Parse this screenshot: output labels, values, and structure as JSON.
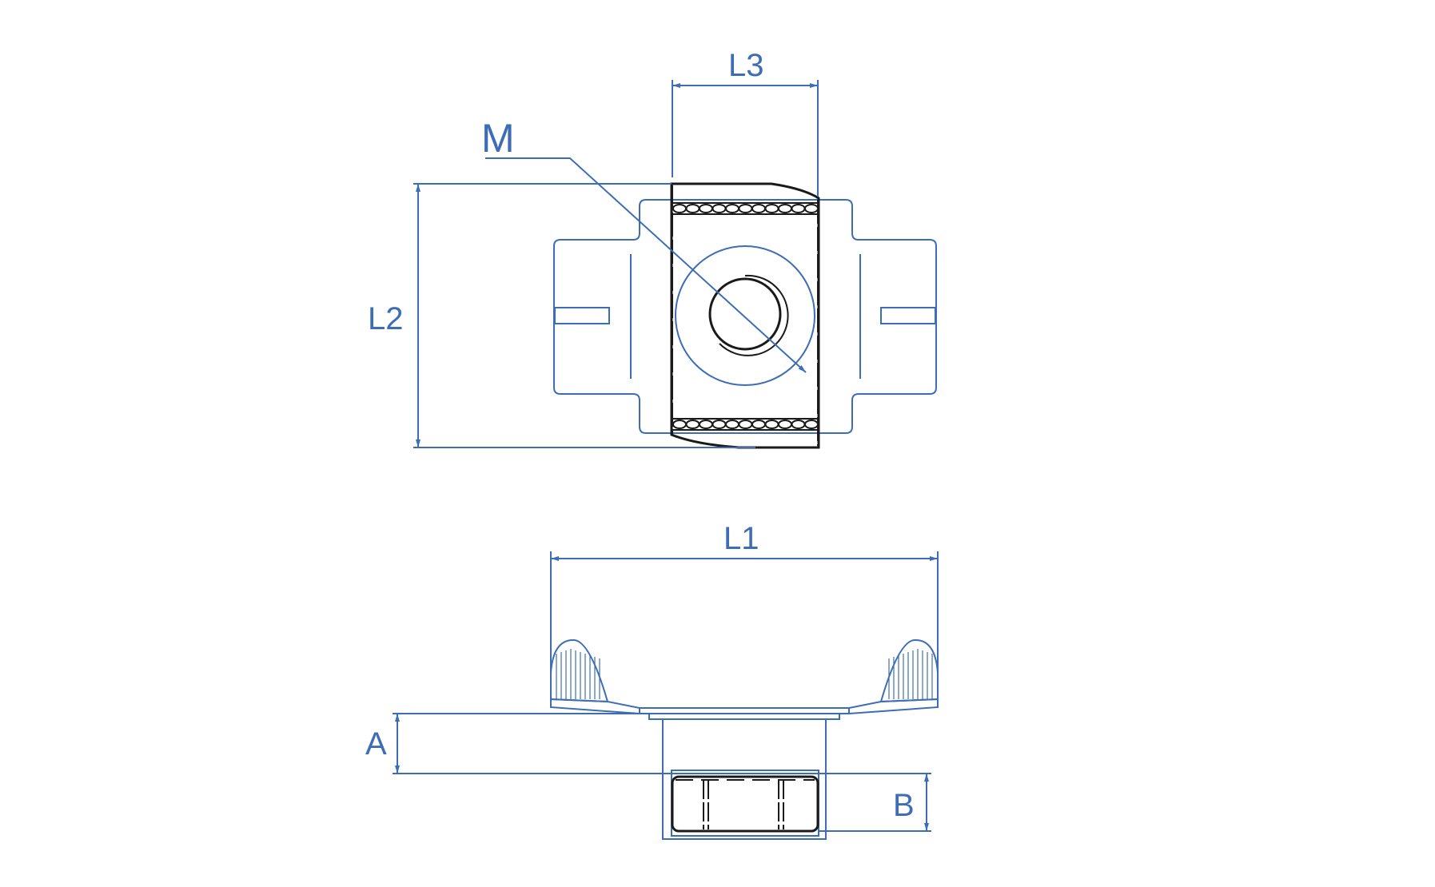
{
  "diagram": {
    "line_color": "#3d6db5",
    "edge_color": "#1a1a1a",
    "labels": {
      "L3": "L3",
      "M": "M",
      "L2": "L2",
      "L1": "L1",
      "A": "A",
      "B": "B"
    }
  }
}
